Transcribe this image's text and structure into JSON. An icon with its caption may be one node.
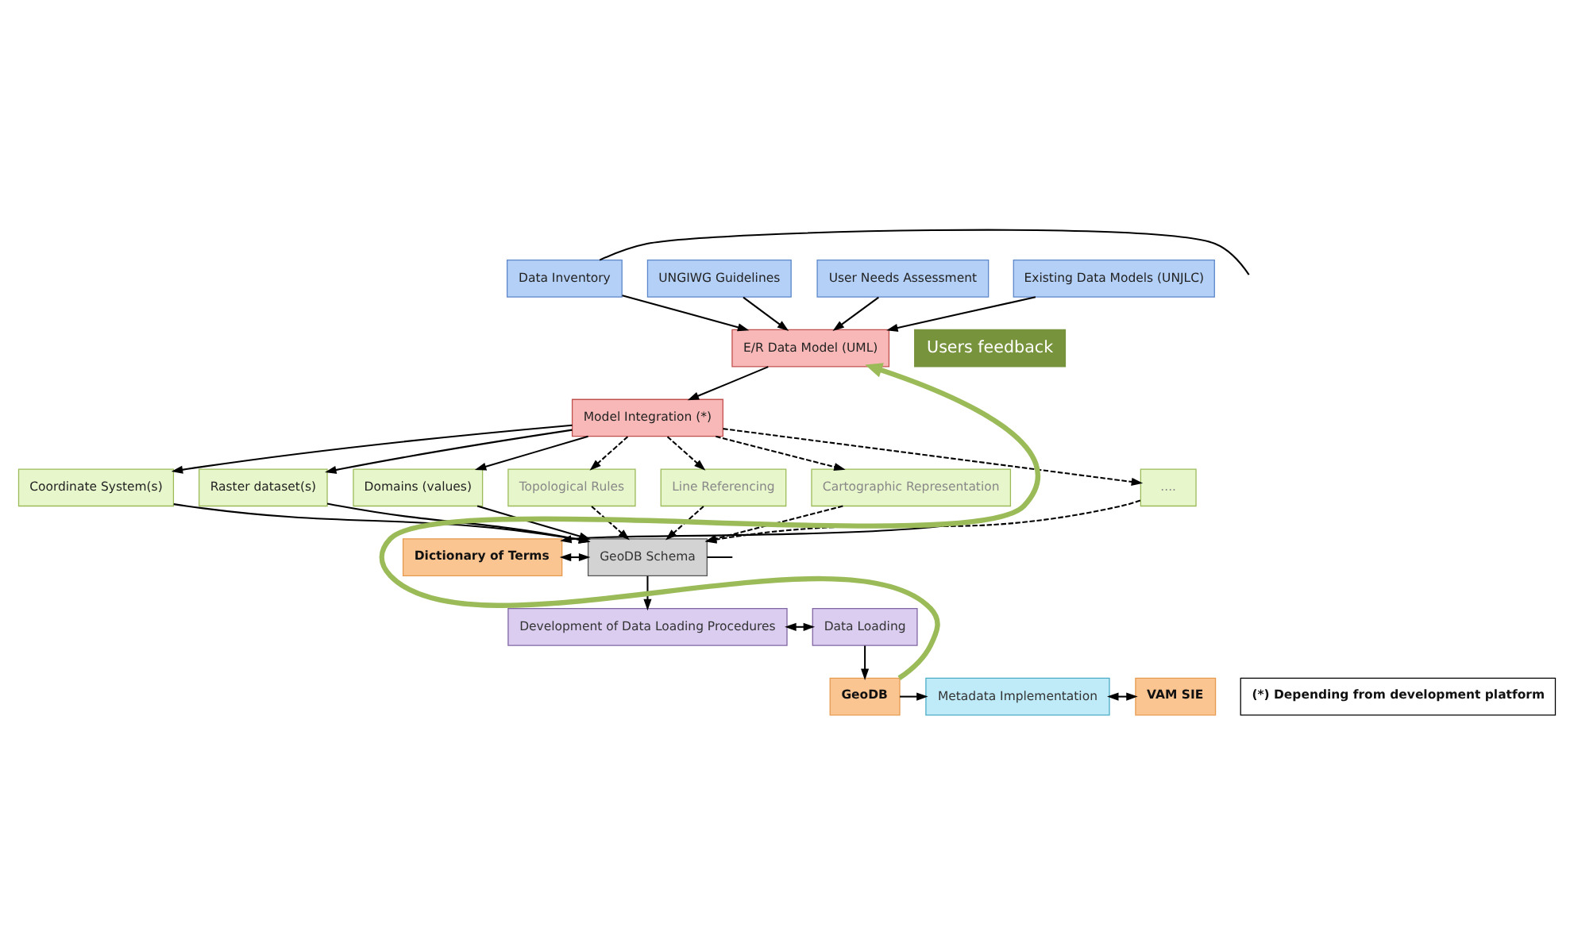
{
  "diagram": {
    "nodes": [
      {
        "text": [
          "UNGIWG Guidelines"
        ]
      },
      {
        "text": [
          "User Needs Assessment"
        ]
      },
      {
        "text": [
          "Existing Data Models (UNJLC)"
        ]
      },
      {
        "text": [
          "Data Inventory"
        ]
      },
      {
        "text": [
          "E/R Data Model (UML)"
        ]
      },
      {
        "text": [
          "Model Integration (*)"
        ]
      },
      {
        "text": [
          "Coordinate System(s)"
        ]
      },
      {
        "text": [
          "Raster dataset(s)"
        ]
      },
      {
        "text": [
          "Domains (values)"
        ]
      },
      {
        "text": [
          "Topological Rules"
        ]
      },
      {
        "text": [
          "Line Referencing"
        ]
      },
      {
        "text": [
          "Cartographic Representation"
        ]
      },
      {
        "text": [
          "...."
        ]
      },
      {
        "text": [
          "Users feedback"
        ]
      },
      {
        "text": [
          "Dictionary of Terms"
        ]
      },
      {
        "text": [
          "GeoDB Schema"
        ]
      },
      {
        "text": [
          "Development of Data Loading Procedures"
        ]
      },
      {
        "text": [
          "Data Loading"
        ]
      },
      {
        "text": [
          "GeoDB"
        ]
      },
      {
        "text": [
          "Metadata Implementation"
        ]
      },
      {
        "text": [
          "VAM SIE"
        ]
      },
      {
        "text": [
          "(*) Depending from development platform"
        ]
      }
    ],
    "edges": [
      {
        "from": 0,
        "to": 4,
        "arrow": "to"
      },
      {
        "from": 1,
        "to": 4,
        "arrow": "to"
      },
      {
        "from": 2,
        "to": 4,
        "arrow": "to"
      },
      {
        "from": 3,
        "to": 4,
        "arrow": "to"
      },
      {
        "from": 3,
        "to": null,
        "arrow": "none"
      },
      {
        "from": 4,
        "to": 5,
        "arrow": "to"
      },
      {
        "from": 4,
        "to": 14,
        "arrow": "to"
      },
      {
        "from": 5,
        "to": 6,
        "arrow": "to"
      },
      {
        "from": 5,
        "to": 7,
        "arrow": "to"
      },
      {
        "from": 5,
        "to": 8,
        "arrow": "to"
      },
      {
        "from": 5,
        "to": 9,
        "arrow": "to",
        "style": "dashed"
      },
      {
        "from": 5,
        "to": 10,
        "arrow": "to",
        "style": "dashed"
      },
      {
        "from": 5,
        "to": 11,
        "arrow": "to",
        "style": "dashed"
      },
      {
        "from": 5,
        "to": 12,
        "arrow": "to",
        "style": "dashed"
      },
      {
        "from": 6,
        "to": 15,
        "arrow": "to"
      },
      {
        "from": 7,
        "to": 15,
        "arrow": "to"
      },
      {
        "from": 8,
        "to": 15,
        "arrow": "to"
      },
      {
        "from": 9,
        "to": 15,
        "arrow": "to",
        "style": "dashed"
      },
      {
        "from": 10,
        "to": 15,
        "arrow": "to",
        "style": "dashed"
      },
      {
        "from": 11,
        "to": 15,
        "arrow": "to",
        "style": "dashed"
      },
      {
        "from": 12,
        "to": 15,
        "arrow": "to",
        "style": "dashed"
      },
      {
        "from": 14,
        "to": 15,
        "arrow": "both"
      },
      {
        "from": 15,
        "to": 16,
        "arrow": "to"
      },
      {
        "from": 15,
        "to": null,
        "arrow": "none"
      },
      {
        "from": 16,
        "to": 17,
        "arrow": "both"
      },
      {
        "from": 17,
        "to": 18,
        "arrow": "to"
      },
      {
        "from": 18,
        "to": 19,
        "arrow": "to"
      },
      {
        "from": 19,
        "to": 20,
        "arrow": "both"
      },
      {
        "from": 18,
        "to": 4,
        "arrow": "to",
        "style": "thick",
        "color": "#9bbb59"
      }
    ]
  }
}
